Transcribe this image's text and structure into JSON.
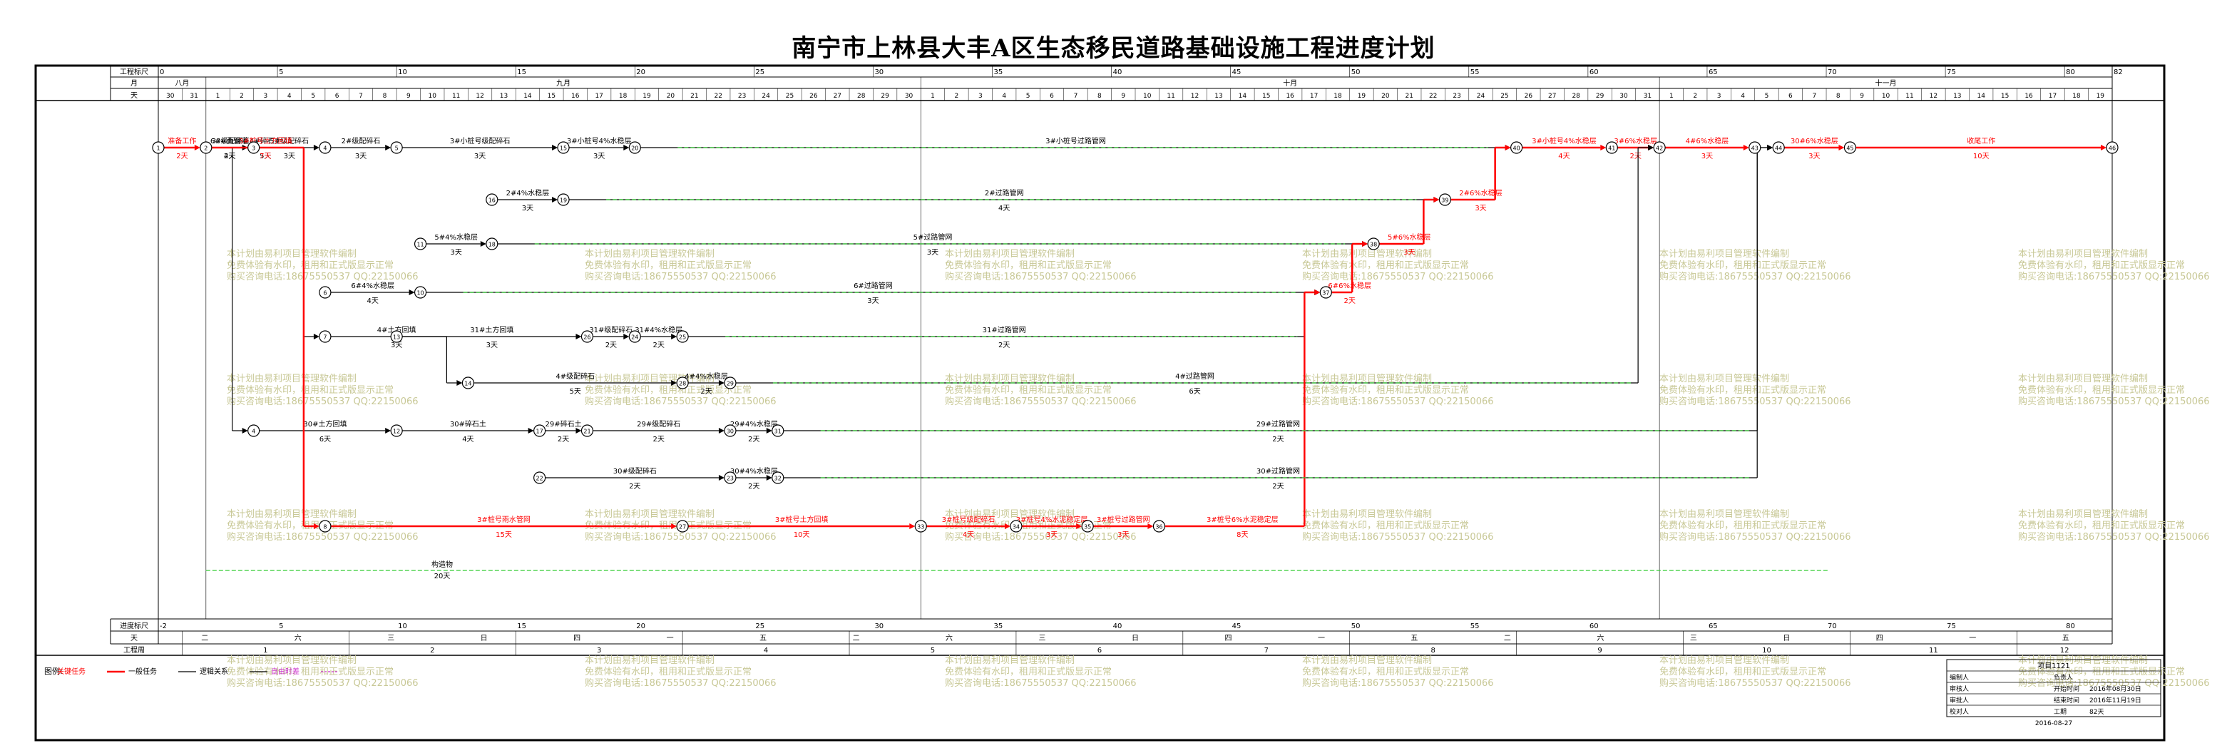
{
  "title": "南宁市上林县大丰A区生态移民道路基础设施工程进度计划",
  "header": {
    "row_labels": {
      "scale": "工程标尺",
      "month": "月",
      "day": "天"
    },
    "scale_ticks": [
      0,
      5,
      10,
      15,
      20,
      25,
      30,
      35,
      40,
      45,
      50,
      55,
      60,
      65,
      70,
      75,
      80,
      82
    ],
    "months": [
      {
        "label": "八月",
        "from": 0,
        "to": 2
      },
      {
        "label": "九月",
        "from": 2,
        "to": 32
      },
      {
        "label": "十月",
        "from": 32,
        "to": 63
      },
      {
        "label": "十一月",
        "from": 63,
        "to": 82
      }
    ],
    "day_numbers": [
      30,
      31,
      1,
      2,
      3,
      4,
      5,
      6,
      7,
      8,
      9,
      10,
      11,
      12,
      13,
      14,
      15,
      16,
      17,
      18,
      19,
      20,
      21,
      22,
      23,
      24,
      25,
      26,
      27,
      28,
      29,
      30,
      1,
      2,
      3,
      4,
      5,
      6,
      7,
      8,
      9,
      10,
      11,
      12,
      13,
      14,
      15,
      16,
      17,
      18,
      19,
      20,
      21,
      22,
      23,
      24,
      25,
      26,
      27,
      28,
      29,
      30,
      31,
      1,
      2,
      3,
      4,
      5,
      6,
      7,
      8,
      9,
      10,
      11,
      12,
      13,
      14,
      15,
      16,
      17,
      18,
      19
    ]
  },
  "footer": {
    "row_labels": {
      "scale": "进度标尺",
      "weekday": "天",
      "week": "工程周"
    },
    "scale_ticks": [
      -2,
      5,
      10,
      15,
      20,
      25,
      30,
      35,
      40,
      45,
      50,
      55,
      60,
      65,
      70,
      75,
      80
    ],
    "weekdays": [
      "二",
      "六",
      "三",
      "日",
      "四",
      "一",
      "五",
      "二",
      "六",
      "三",
      "日",
      "四",
      "一",
      "五",
      "二",
      "六",
      "三",
      "日",
      "四",
      "一",
      "五"
    ],
    "weeks": [
      "1",
      "2",
      "3",
      "4",
      "5",
      "6",
      "7",
      "8",
      "9",
      "10",
      "11",
      "12"
    ]
  },
  "legend": {
    "label": "图例:",
    "items": [
      "关键任务",
      "一般任务",
      "逻辑关系",
      "自由时差"
    ]
  },
  "info_table": {
    "project": "项目1121",
    "rows": [
      {
        "k": "编制人",
        "v": "",
        "k2": "负责人",
        "v2": ""
      },
      {
        "k": "审核人",
        "v": "",
        "k2": "开始时间",
        "v2": "2016年08月30日"
      },
      {
        "k": "审批人",
        "v": "",
        "k2": "结束时间",
        "v2": "2016年11月19日"
      },
      {
        "k": "校对人",
        "v": "",
        "k2": "工期",
        "v2": "82天"
      }
    ],
    "date": "2016-08-27"
  },
  "watermark": {
    "line1": "本计划由易利项目管理软件编制",
    "line2": "免费体验有水印，租用和正式版显示正常",
    "line3": "购买咨询电话:18675550537 QQ:22150066"
  },
  "colors": {
    "critical": "#ff0000",
    "normal": "#000000",
    "float": "#33cc33",
    "logic": "#cc33cc",
    "watermark": "#c8c896"
  },
  "network": {
    "nodes": [
      {
        "id": "1",
        "d": 0,
        "lane": 0
      },
      {
        "id": "2",
        "d": 2,
        "lane": 0
      },
      {
        "id": "3",
        "d": 4,
        "lane": 0
      },
      {
        "id": "4",
        "d": 7,
        "lane": 0
      },
      {
        "id": "5",
        "d": 10,
        "lane": 0
      },
      {
        "id": "15",
        "d": 17,
        "lane": 0
      },
      {
        "id": "20",
        "d": 20,
        "lane": 0
      },
      {
        "id": "40",
        "d": 57,
        "lane": 0
      },
      {
        "id": "41",
        "d": 61,
        "lane": 0
      },
      {
        "id": "42",
        "d": 63,
        "lane": 0
      },
      {
        "id": "43",
        "d": 67,
        "lane": 0
      },
      {
        "id": "44",
        "d": 68,
        "lane": 0
      },
      {
        "id": "45",
        "d": 71,
        "lane": 0
      },
      {
        "id": "46",
        "d": 82,
        "lane": 0
      },
      {
        "id": "16",
        "d": 14,
        "lane": 1
      },
      {
        "id": "19",
        "d": 17,
        "lane": 1
      },
      {
        "id": "39",
        "d": 54,
        "lane": 1
      },
      {
        "id": "11",
        "d": 11,
        "lane": 2
      },
      {
        "id": "18",
        "d": 14,
        "lane": 2
      },
      {
        "id": "38",
        "d": 51,
        "lane": 2
      },
      {
        "id": "6",
        "d": 7,
        "lane": 3
      },
      {
        "id": "10",
        "d": 11,
        "lane": 3
      },
      {
        "id": "37",
        "d": 49,
        "lane": 3
      },
      {
        "id": "7",
        "d": 7,
        "lane": 4
      },
      {
        "id": "13",
        "d": 10,
        "lane": 4
      },
      {
        "id": "26",
        "d": 18,
        "lane": 4
      },
      {
        "id": "24",
        "d": 20,
        "lane": 4
      },
      {
        "id": "25",
        "d": 22,
        "lane": 4
      },
      {
        "id": "14",
        "d": 13,
        "lane": 5
      },
      {
        "id": "28",
        "d": 22,
        "lane": 5
      },
      {
        "id": "29",
        "d": 24,
        "lane": 5
      },
      {
        "id": "3b",
        "d": 4,
        "lane": 6,
        "label": "4"
      },
      {
        "id": "12",
        "d": 10,
        "lane": 6
      },
      {
        "id": "17",
        "d": 16,
        "lane": 6
      },
      {
        "id": "21",
        "d": 18,
        "lane": 6
      },
      {
        "id": "30",
        "d": 24,
        "lane": 6
      },
      {
        "id": "31",
        "d": 26,
        "lane": 6
      },
      {
        "id": "22",
        "d": 16,
        "lane": 7
      },
      {
        "id": "23",
        "d": 24,
        "lane": 7
      },
      {
        "id": "32",
        "d": 26,
        "lane": 7
      },
      {
        "id": "8",
        "d": 7,
        "lane": 8
      },
      {
        "id": "27",
        "d": 22,
        "lane": 8
      },
      {
        "id": "33",
        "d": 32,
        "lane": 8
      },
      {
        "id": "34",
        "d": 36,
        "lane": 8
      },
      {
        "id": "35",
        "d": 39,
        "lane": 8
      },
      {
        "id": "36",
        "d": 42,
        "lane": 8
      }
    ],
    "tasks": [
      {
        "from": "1",
        "to": "2",
        "name": "准备工作",
        "dur": "2天",
        "kind": "critical"
      },
      {
        "from": "2",
        "to": "3",
        "name": "6#级配碎石",
        "dur": "2天",
        "kind": "normal"
      },
      {
        "from": "3",
        "to": "4",
        "name": "5#级配碎石",
        "dur": "3天",
        "kind": "normal"
      },
      {
        "from": "4",
        "to": "5",
        "name": "2#级配碎石",
        "dur": "3天",
        "kind": "normal"
      },
      {
        "from": "5",
        "to": "15",
        "name": "3#小桩号级配碎石",
        "dur": "3天",
        "kind": "normal"
      },
      {
        "from": "15",
        "to": "20",
        "name": "3#小桩号4%水稳层",
        "dur": "3天",
        "kind": "normal"
      },
      {
        "from": "20",
        "to": "40",
        "name": "3#小桩号过路管网",
        "dur": "",
        "kind": "normal"
      },
      {
        "from": "40",
        "to": "41",
        "name": "3#小桩号4%水稳层",
        "dur": "4天",
        "kind": "critical"
      },
      {
        "from": "41",
        "to": "42",
        "name": "3#6%水稳层",
        "dur": "2天",
        "kind": "critical"
      },
      {
        "from": "42",
        "to": "43",
        "name": "4#6%水稳层",
        "dur": "3天",
        "kind": "critical"
      },
      {
        "from": "44",
        "to": "45",
        "name": "30#6%水稳层",
        "dur": "3天",
        "kind": "critical"
      },
      {
        "from": "45",
        "to": "46",
        "name": "收尾工作",
        "dur": "10天",
        "kind": "critical"
      },
      {
        "from": "16",
        "to": "19",
        "name": "2#4%水稳层",
        "dur": "3天",
        "kind": "normal"
      },
      {
        "from": "19",
        "to": "39",
        "name": "2#过路管网",
        "dur": "4天",
        "kind": "normal"
      },
      {
        "from": "39",
        "to": "40",
        "name": "2#6%水稳层",
        "dur": "3天",
        "kind": "critical"
      },
      {
        "from": "11",
        "to": "18",
        "name": "5#4%水稳层",
        "dur": "3天",
        "kind": "normal"
      },
      {
        "from": "18",
        "to": "38",
        "name": "5#过路管网",
        "dur": "3天",
        "kind": "normal"
      },
      {
        "from": "38",
        "to": "39",
        "name": "5#6%水稳层",
        "dur": "3天",
        "kind": "critical"
      },
      {
        "from": "6",
        "to": "10",
        "name": "6#4%水稳层",
        "dur": "4天",
        "kind": "normal"
      },
      {
        "from": "10",
        "to": "37",
        "name": "6#过路管网",
        "dur": "3天",
        "kind": "normal"
      },
      {
        "from": "37",
        "to": "38",
        "name": "6#6%水稳层",
        "dur": "2天",
        "kind": "critical"
      },
      {
        "from": "2",
        "to": "7",
        "name": "4#碎石土",
        "dur": "5天",
        "kind": "normal"
      },
      {
        "from": "13",
        "to": "26",
        "name": "31#土方回填",
        "dur": "3天",
        "kind": "normal"
      },
      {
        "from": "26",
        "to": "24",
        "name": "31#级配碎石",
        "dur": "2天",
        "kind": "normal"
      },
      {
        "from": "24",
        "to": "25",
        "name": "31#4%水稳层",
        "dur": "2天",
        "kind": "normal"
      },
      {
        "from": "25",
        "to": "37",
        "name": "31#过路管网",
        "dur": "2天",
        "kind": "normal"
      },
      {
        "from": "7",
        "to": "14",
        "name": "4#土方回填",
        "dur": "3天",
        "kind": "normal"
      },
      {
        "from": "14",
        "to": "28",
        "name": "4#级配碎石",
        "dur": "5天",
        "kind": "normal"
      },
      {
        "from": "28",
        "to": "29",
        "name": "4#4%水稳层",
        "dur": "2天",
        "kind": "normal"
      },
      {
        "from": "29",
        "to": "42",
        "name": "4#过路管网",
        "dur": "6天",
        "kind": "normal"
      },
      {
        "from": "2",
        "to": "3b",
        "name": "30#面管道",
        "dur": "4天",
        "kind": "normal"
      },
      {
        "from": "3b",
        "to": "12",
        "name": "30#土方回填",
        "dur": "6天",
        "kind": "normal"
      },
      {
        "from": "12",
        "to": "17",
        "name": "30#碎石土",
        "dur": "4天",
        "kind": "normal"
      },
      {
        "from": "17",
        "to": "21",
        "name": "29#碎石土",
        "dur": "2天",
        "kind": "normal"
      },
      {
        "from": "21",
        "to": "30",
        "name": "29#级配碎石",
        "dur": "2天",
        "kind": "normal"
      },
      {
        "from": "30",
        "to": "31",
        "name": "29#4%水稳层",
        "dur": "2天",
        "kind": "normal"
      },
      {
        "from": "31",
        "to": "44",
        "name": "29#过路管网",
        "dur": "2天",
        "kind": "normal"
      },
      {
        "from": "22",
        "to": "23",
        "name": "30#级配碎石",
        "dur": "2天",
        "kind": "normal"
      },
      {
        "from": "23",
        "to": "32",
        "name": "30#4%水稳层",
        "dur": "2天",
        "kind": "normal"
      },
      {
        "from": "32",
        "to": "44",
        "name": "30#过路管网",
        "dur": "2天",
        "kind": "normal"
      },
      {
        "from": "2",
        "to": "8",
        "name": "3#桩号土方回填",
        "dur": "7天",
        "kind": "critical"
      },
      {
        "from": "8",
        "to": "27",
        "name": "3#桩号雨水管网",
        "dur": "15天",
        "kind": "critical"
      },
      {
        "from": "27",
        "to": "33",
        "name": "3#桩号土方回填",
        "dur": "10天",
        "kind": "critical"
      },
      {
        "from": "33",
        "to": "34",
        "name": "3#桩号级配碎石",
        "dur": "4天",
        "kind": "critical"
      },
      {
        "from": "34",
        "to": "35",
        "name": "3#桩号4%水泥稳定层",
        "dur": "3天",
        "kind": "critical"
      },
      {
        "from": "35",
        "to": "36",
        "name": "3#桩号过路管网",
        "dur": "3天",
        "kind": "critical"
      },
      {
        "from": "36",
        "to": "37",
        "name": "3#桩号6%水泥稳定层",
        "dur": "8天",
        "kind": "critical"
      }
    ],
    "extra_label": {
      "name": "构造物",
      "dur": "20天"
    }
  }
}
